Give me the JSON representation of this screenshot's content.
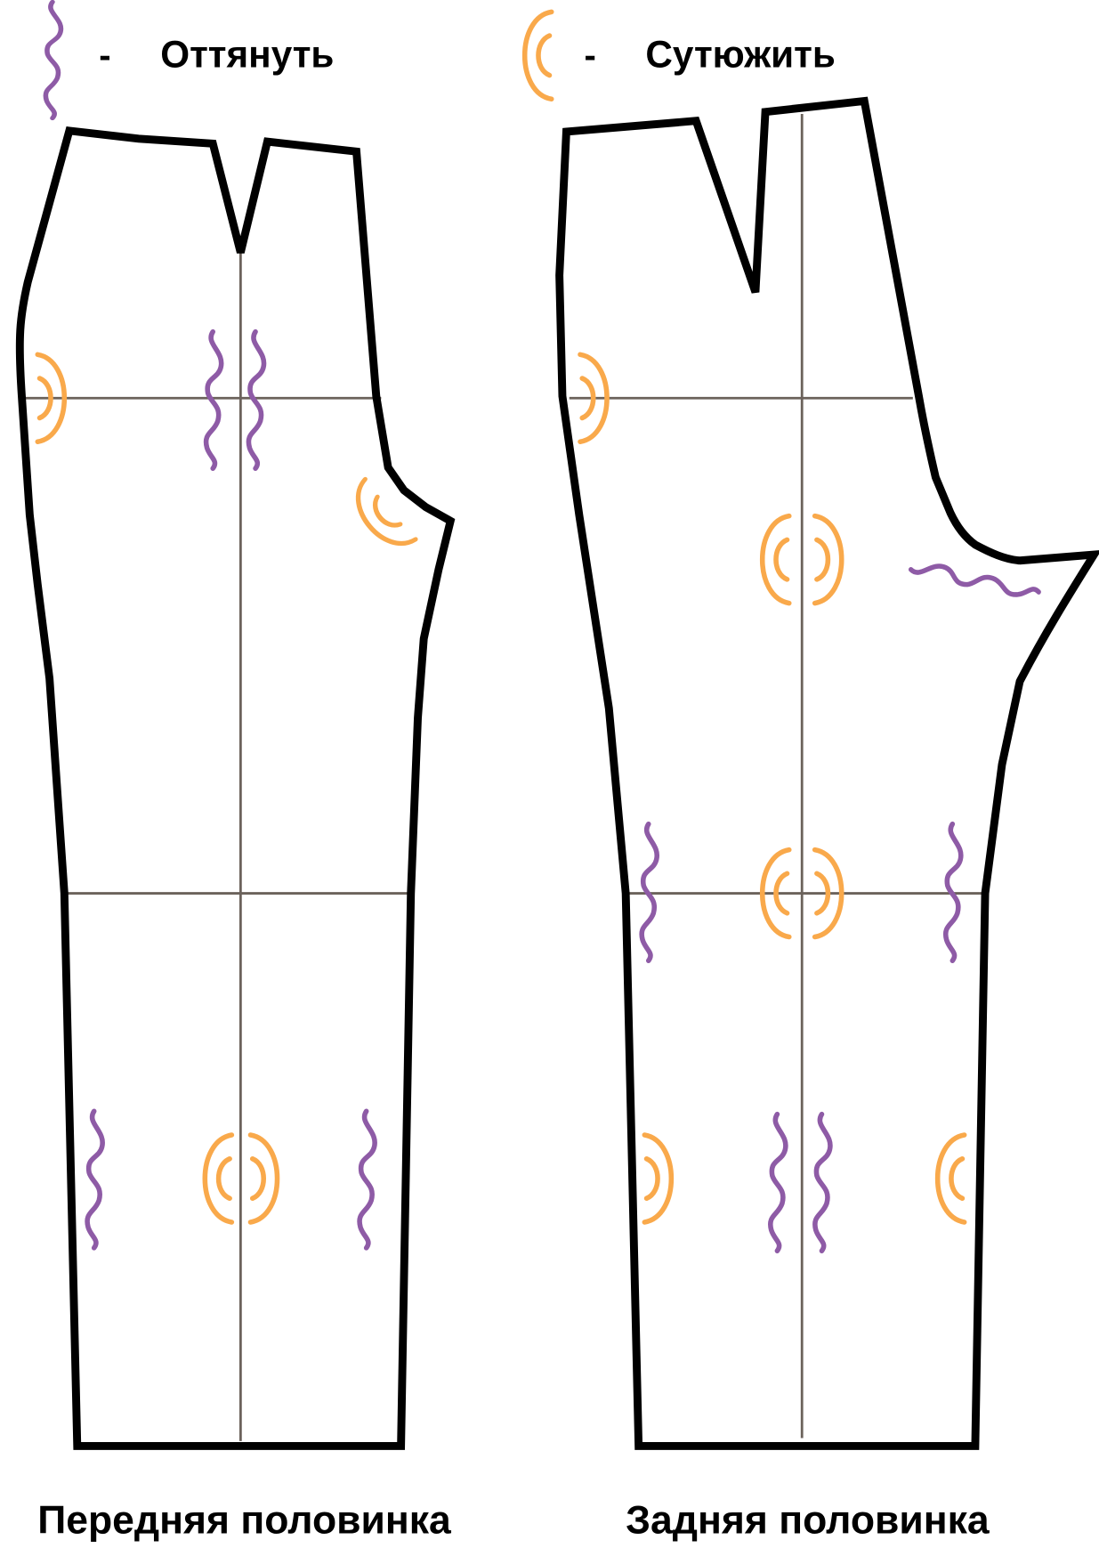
{
  "legend": [
    {
      "symbol": "wavy-line-icon",
      "dash": "-",
      "label": "Оттянуть",
      "color": "#8e5ba6"
    },
    {
      "symbol": "press-arc-icon",
      "dash": "-",
      "label": "Сутюжить",
      "color": "#f9a94b"
    }
  ],
  "pieces": [
    {
      "title": "Передняя половинка"
    },
    {
      "title": "Задняя половинка"
    }
  ],
  "colors": {
    "outline": "#000000",
    "guide": "#6b625b",
    "stretch": "#8e5ba6",
    "press": "#f9a94b"
  }
}
